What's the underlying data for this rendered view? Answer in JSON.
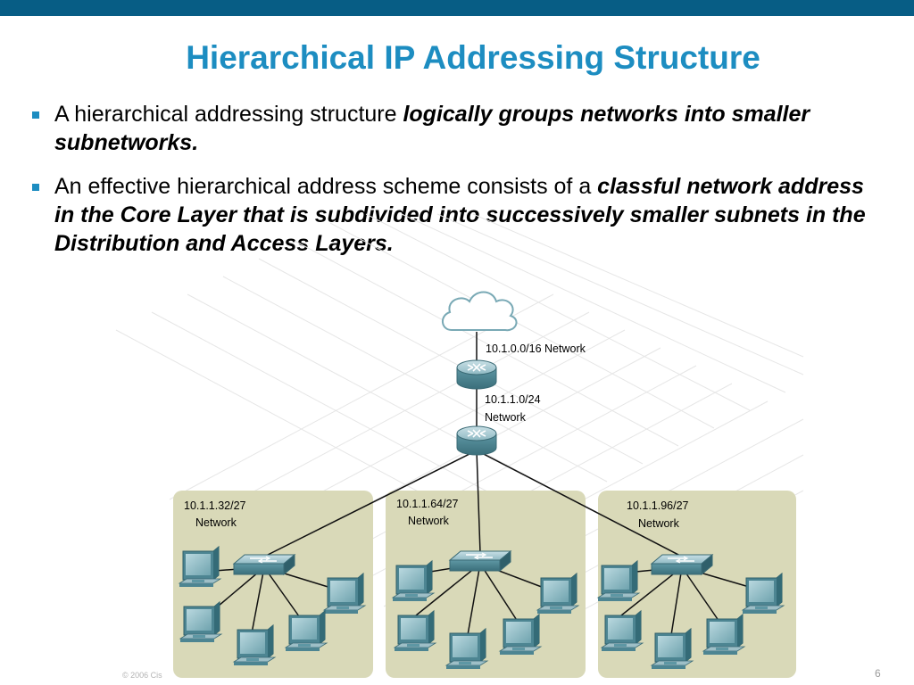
{
  "slide": {
    "title": "Hierarchical IP Addressing Structure",
    "footer_copyright": "© 2006 Cis",
    "page_number": "6",
    "accent_color": "#1d8dc1",
    "topbar_color": "#075d85"
  },
  "bullets": [
    {
      "plain": "A hierarchical addressing structure ",
      "emphasis": "logically groups networks into smaller subnetworks."
    },
    {
      "plain": "An effective hierarchical address scheme consists of a ",
      "emphasis": "classful network address in the Core Layer that is subdivided into successively smaller subnets in the Distribution and Access Layers."
    }
  ],
  "diagram": {
    "cloud_icon": "cloud-icon",
    "router_icon": "router-icon",
    "switch_icon": "switch-icon",
    "computer_icon": "computer-icon",
    "core_label": "10.1.0.0/16 Network",
    "distribution_label_line1": "10.1.1.0/24",
    "distribution_label_line2": "Network",
    "subnet_color": "#d9d9b8",
    "subnets": [
      {
        "line1": "10.1.1.32/27",
        "line2": "Network"
      },
      {
        "line1": "10.1.1.64/27",
        "line2": "Network"
      },
      {
        "line1": "10.1.1.96/27",
        "line2": "Network"
      }
    ]
  }
}
